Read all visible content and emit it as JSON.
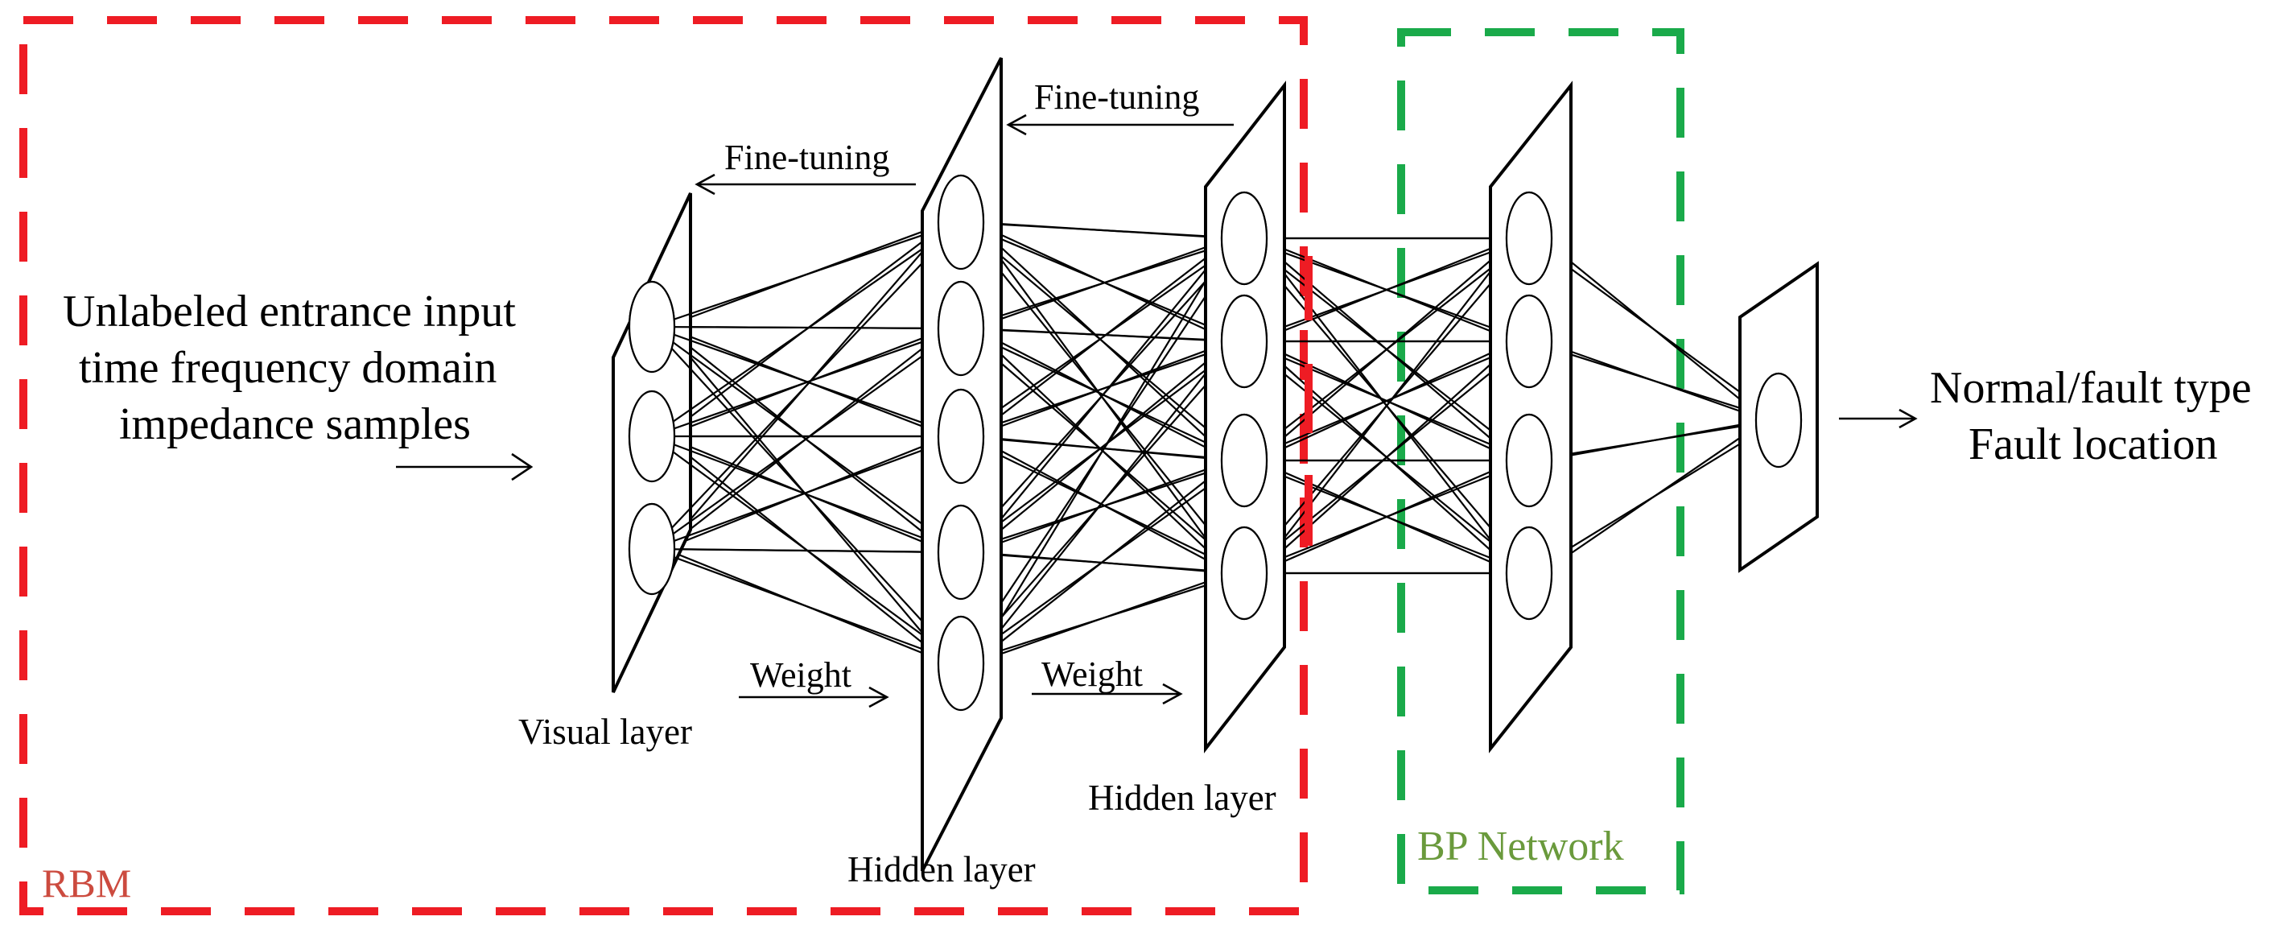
{
  "input_text": {
    "line1": "Unlabeled entrance input",
    "line2": "time frequency domain",
    "line3": "impedance samples"
  },
  "output_text": {
    "line1": "Normal/fault type",
    "line2": "Fault location"
  },
  "labels": {
    "visual_layer": "Visual layer",
    "hidden_layer_1": "Hidden layer",
    "hidden_layer_2": "Hidden layer",
    "fine_tuning_1": "Fine-tuning",
    "fine_tuning_2": "Fine-tuning",
    "weight_1": "Weight",
    "weight_2": "Weight"
  },
  "regions": {
    "rbm": {
      "label": "RBM",
      "color": "#ee1c24"
    },
    "bp": {
      "label": "BP Network",
      "color": "#1aaa4a"
    }
  },
  "layers": [
    {
      "name": "visual-layer",
      "nodes": 3
    },
    {
      "name": "hidden-layer-1",
      "nodes": 5
    },
    {
      "name": "hidden-layer-2",
      "nodes": 4
    },
    {
      "name": "bp-hidden-layer",
      "nodes": 4
    },
    {
      "name": "output-layer",
      "nodes": 1
    }
  ]
}
